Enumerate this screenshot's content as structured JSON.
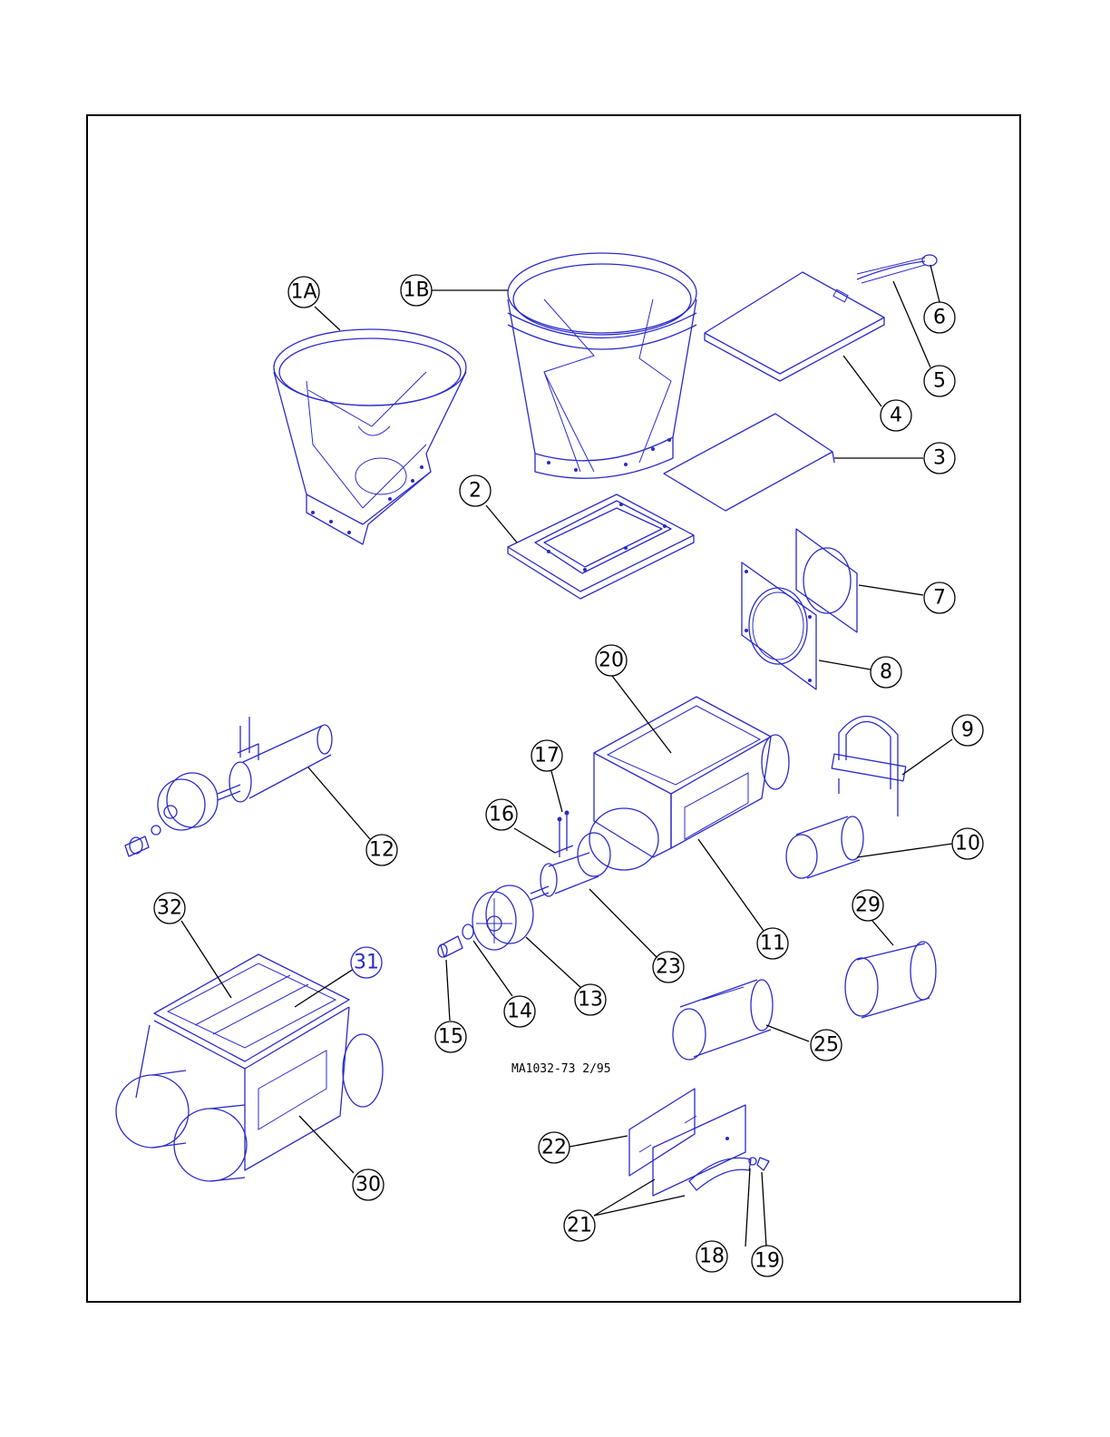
{
  "drawing_number": "MA1032-73 2/95",
  "callouts": [
    {
      "id": "1A",
      "label": "1A"
    },
    {
      "id": "1B",
      "label": "1B"
    },
    {
      "id": "2",
      "label": "2"
    },
    {
      "id": "3",
      "label": "3"
    },
    {
      "id": "4",
      "label": "4"
    },
    {
      "id": "5",
      "label": "5"
    },
    {
      "id": "6",
      "label": "6"
    },
    {
      "id": "7",
      "label": "7"
    },
    {
      "id": "8",
      "label": "8"
    },
    {
      "id": "9",
      "label": "9"
    },
    {
      "id": "10",
      "label": "10"
    },
    {
      "id": "11",
      "label": "11"
    },
    {
      "id": "12",
      "label": "12"
    },
    {
      "id": "13",
      "label": "13"
    },
    {
      "id": "14",
      "label": "14"
    },
    {
      "id": "15",
      "label": "15"
    },
    {
      "id": "16",
      "label": "16"
    },
    {
      "id": "17",
      "label": "17"
    },
    {
      "id": "18",
      "label": "18"
    },
    {
      "id": "19",
      "label": "19"
    },
    {
      "id": "20",
      "label": "20"
    },
    {
      "id": "21",
      "label": "21"
    },
    {
      "id": "22",
      "label": "22"
    },
    {
      "id": "23",
      "label": "23"
    },
    {
      "id": "25",
      "label": "25"
    },
    {
      "id": "29",
      "label": "29"
    },
    {
      "id": "30",
      "label": "30"
    },
    {
      "id": "31",
      "label": "31"
    },
    {
      "id": "32",
      "label": "32"
    }
  ],
  "colors": {
    "part_line": "#2a2ac8",
    "leader_line": "#000000",
    "callout_31": "#2a2ac8"
  }
}
